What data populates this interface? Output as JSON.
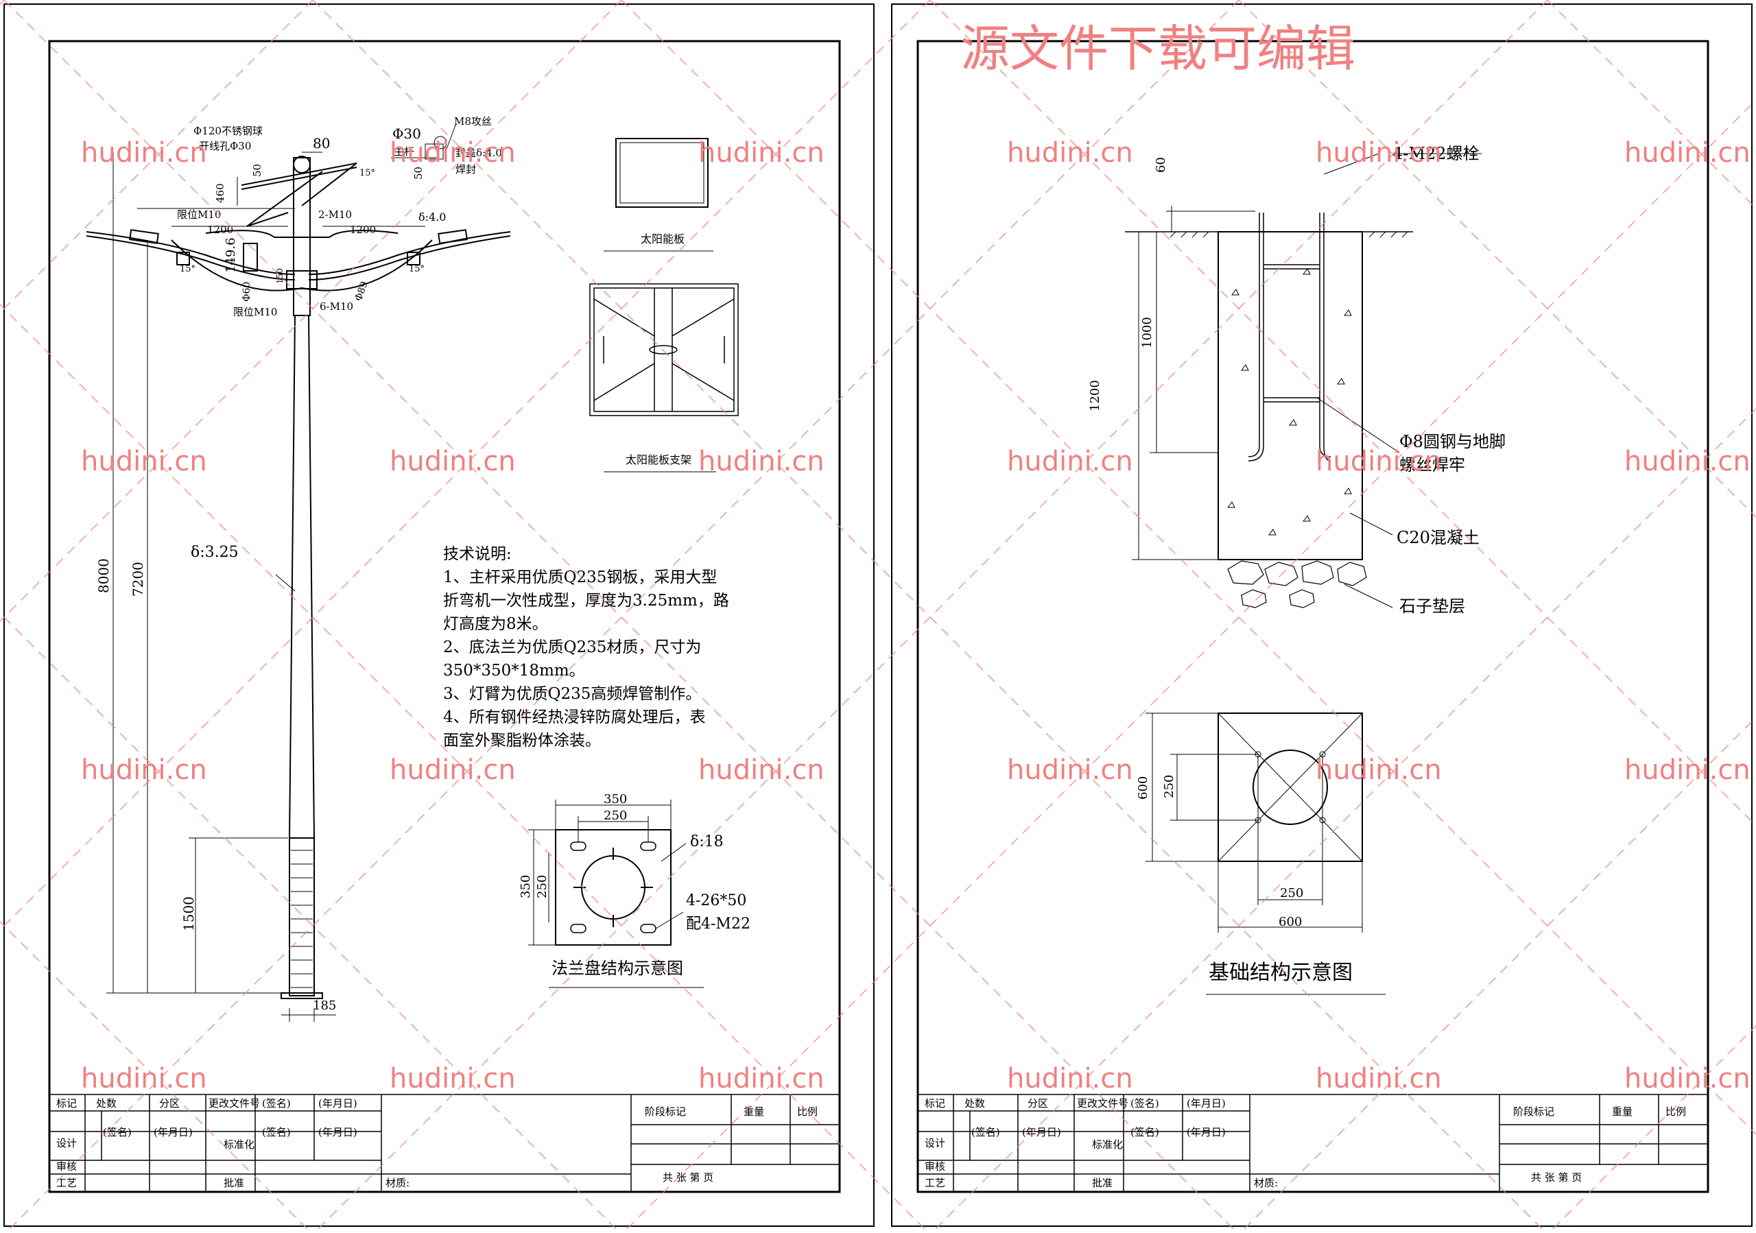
{
  "banner": "源文件下载可编辑",
  "watermark": "hudini.cn",
  "colors": {
    "ink": "#000000",
    "watermark": "#f08080",
    "green": "#2ca02c"
  },
  "left_sheet": {
    "pole_labels": {
      "ball": "Φ120不锈钢球",
      "outlet": "开线孔Φ30",
      "d80": "80",
      "d50": "50",
      "d460": "460",
      "limit_top": "限位M10",
      "bolts2": "2-M10",
      "arm_l": "1200",
      "arm_r": "1200",
      "thick4": "δ:4.0",
      "a15_top": "15°",
      "a15_left": "15°",
      "a15_right": "15°",
      "d_149": "149.6",
      "phi60": "Φ60",
      "d150": "150",
      "phi89": "Φ89",
      "limit_bot": "限位M10",
      "bolts6": "6-M10",
      "d8000": "8000",
      "d7200": "7200",
      "wall": "δ:3.25",
      "d1500": "1500",
      "d185": "185"
    },
    "detail": {
      "phi30": "Φ30",
      "m8": "M8攻丝",
      "main_pole": "主杆",
      "cap": "封盖δ:4.0",
      "weld": "焊封",
      "d50": "50"
    },
    "solar_panel": "太阳能板",
    "solar_bracket": "太阳能板支架",
    "notes_title": "技术说明:",
    "notes": [
      "1、主杆采用优质Q235钢板，采用大型",
      "折弯机一次性成型，厚度为3.25mm，路",
      "灯高度为8米。",
      "2、底法兰为优质Q235材质，尺寸为",
      "350*350*18mm。",
      "3、灯臂为优质Q235高频焊管制作。",
      "4、所有钢件经热浸锌防腐处理后，表",
      "面室外聚脂粉体涂装。"
    ],
    "flange": {
      "d350_top": "350",
      "d250_top": "250",
      "d350_left": "350",
      "d250_left": "250",
      "thick": "δ:18",
      "holes": "4-26*50",
      "bolts": "配4-M22",
      "title": "法兰盘结构示意图"
    }
  },
  "right_sheet": {
    "d60": "60",
    "bolts": "4-M22螺栓",
    "d1000": "1000",
    "d1200": "1200",
    "note1a": "Φ8圆钢与地脚",
    "note1b": "螺丝焊牢",
    "concrete": "C20混凝土",
    "gravel": "石子垫层",
    "d600_left": "600",
    "d250_left": "250",
    "d250_bottom": "250",
    "d600_bottom": "600",
    "title": "基础结构示意图"
  },
  "title_block": {
    "mark": "标记",
    "count": "处数",
    "zone": "分区",
    "docno": "更改文件号",
    "sign": "(签名)",
    "date": "(年月日)",
    "stage": "阶段标记",
    "weight": "重量",
    "scale": "比例",
    "design": "设计",
    "std": "标准化",
    "review": "审核",
    "process": "工艺",
    "approve": "批准",
    "material": "材质:",
    "sheets": "共  张  第  页"
  }
}
